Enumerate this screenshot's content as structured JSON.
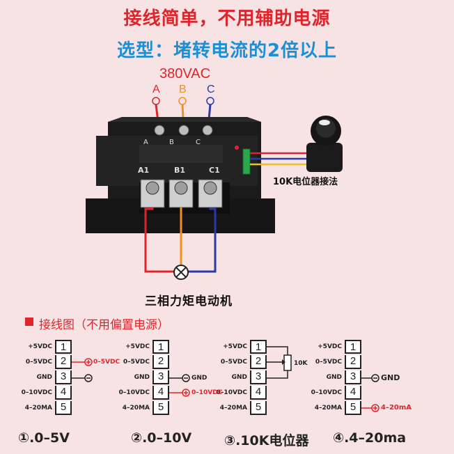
{
  "headline": "接线简单，不用辅助电源",
  "subheadline": "选型：堵转电流的2倍以上",
  "voltage": "380VAC",
  "phases": [
    "A",
    "B",
    "C"
  ],
  "module": {
    "terminals_top": [
      "A",
      "B",
      "C"
    ],
    "terminals_bottom": [
      "A1",
      "B1",
      "C1"
    ]
  },
  "pot_label": "10K电位器接法",
  "motor_label": "三相力矩电动机",
  "section_title": "接线图（不用偏置电源）",
  "pin_labels": [
    "+5VDC",
    "0–5VDC",
    "GND",
    "0–10VDC",
    "4–20MA"
  ],
  "pin_numbers": [
    "1",
    "2",
    "3",
    "4",
    "5"
  ],
  "diagrams": [
    {
      "caption": "①.0–5V",
      "signals": [
        {
          "pin": 2,
          "text": "0–5VDC",
          "color": "red"
        },
        {
          "pin": 3,
          "text": "",
          "color": "black"
        }
      ]
    },
    {
      "caption": "②.0–10V",
      "signals": [
        {
          "pin": 3,
          "text": "GND",
          "color": "black"
        },
        {
          "pin": 4,
          "text": "0–10VDC",
          "color": "red"
        }
      ]
    },
    {
      "caption": "③.10K电位器",
      "pot_value": "10K"
    },
    {
      "caption": "④.4–20ma",
      "signals": [
        {
          "pin": 3,
          "text": "GND",
          "color": "black"
        },
        {
          "pin": 5,
          "text": "4–20mA",
          "color": "red"
        }
      ]
    }
  ],
  "colors": {
    "background": "#f7e3e4",
    "headline": "#e0242b",
    "subheadline": "#1a8fd6",
    "wire_a": "#e0242b",
    "wire_b": "#f0901e",
    "wire_c": "#2b3aa8",
    "pot_wire_green": "#2aa84a"
  },
  "icons": [
    "ac-symbol-icon",
    "motor-symbol-icon",
    "potentiometer-icon",
    "terminal-screw-icon"
  ]
}
